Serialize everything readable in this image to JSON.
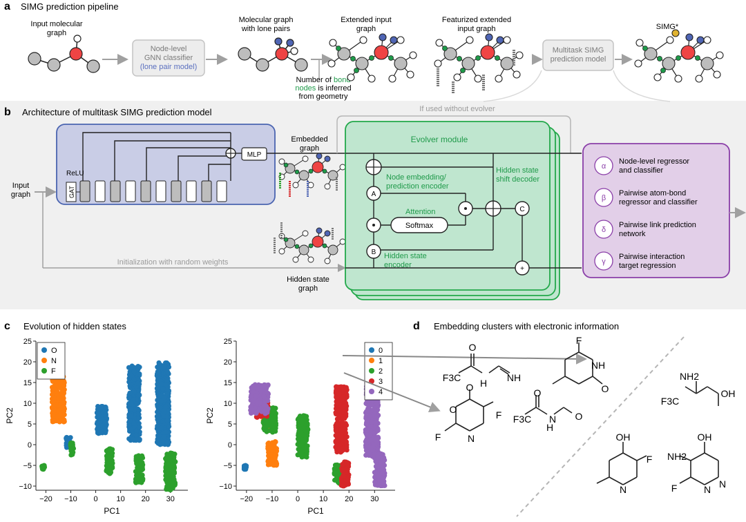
{
  "panel_a": {
    "letter": "a",
    "title": "SIMG prediction pipeline",
    "input_label": "Input molecular\ngraph",
    "classifier_box": "Node-level\nGNN classifier",
    "classifier_sub": "(lone pair model)",
    "lone_pair_label": "Molecular graph\nwith lone pairs",
    "extended_label": "Extended input\ngraph",
    "featurized_label": "Featurized extended\ninput graph",
    "multitask_box": "Multitask SIMG\nprediction model",
    "simg_label": "SIMG*",
    "bond_note_1": "Number of ",
    "bond_note_2": "bond",
    "bond_note_3": "nodes",
    "bond_note_4": " is inferred",
    "bond_note_5": "from geometry"
  },
  "panel_b": {
    "letter": "b",
    "title": "Architecture of multitask SIMG prediction model",
    "input_graph": "Input\ngraph",
    "relu": "ReLU",
    "gat": "GAT",
    "mlp": "MLP",
    "embedded_graph": "Embedded\ngraph",
    "hidden_state_graph": "Hidden state\ngraph",
    "init_note": "Initialization with random weights",
    "without_evolver": "If used without evolver",
    "evolver": "Evolver module",
    "node_encoder": "Node embedding/\nprediction encoder",
    "attention": "Attention",
    "softmax": "Softmax",
    "hidden_shift": "Hidden state\nshift decoder",
    "hidden_encoder": "Hidden state\nencoder",
    "nodeA": "A",
    "nodeB": "B",
    "nodeC": "C",
    "heads": [
      {
        "symbol": "α",
        "label": "Node-level regressor\nand classifier"
      },
      {
        "symbol": "β",
        "label": "Pairwise atom-bond\nregressor and classifier"
      },
      {
        "symbol": "δ",
        "label": "Pairwise link prediction\nnetwork"
      },
      {
        "symbol": "γ",
        "label": "Pairwise interaction\ntarget regression"
      }
    ]
  },
  "panel_c": {
    "letter": "c",
    "title": "Evolution of hidden states"
  },
  "panel_d": {
    "letter": "d",
    "title": "Embedding clusters with electronic information",
    "molecule_labels": [
      "F3C",
      "H",
      "NH",
      "F",
      "NH",
      "O",
      "O",
      "O",
      "F",
      "F",
      "N",
      "O",
      "F3C",
      "N",
      "H",
      "O",
      "NH2",
      "F3C",
      "OH",
      "OH",
      "F",
      "N",
      "OH",
      "NH2",
      "F",
      "N",
      "N"
    ]
  },
  "colors": {
    "blue": "#1f77b4",
    "orange": "#ff7f0e",
    "green": "#2ca02c",
    "red": "#d62728",
    "purple": "#9467bd",
    "box_blue_fill": "#c9cde6",
    "box_blue_stroke": "#4a64b0",
    "evolver_fill": "#bfe6cf",
    "evolver_stroke": "#22a84a",
    "heads_fill": "#e2cfe8",
    "heads_stroke": "#8a3ea8",
    "atom_red": "#ef4444",
    "atom_grey": "#bdbdbd",
    "atom_blue": "#4f65b4",
    "atom_green": "#1f9a4a",
    "atom_yellow": "#e0b330"
  },
  "chart_data": [
    {
      "type": "scatter",
      "title": "",
      "xlabel": "PC1",
      "ylabel": "PC2",
      "xlim": [
        -24,
        37
      ],
      "ylim": [
        -11,
        25
      ],
      "xticks": [
        -20,
        -10,
        0,
        10,
        20,
        30
      ],
      "yticks": [
        25,
        20,
        15,
        10,
        5,
        0,
        -5,
        -10
      ],
      "legend": "top-left",
      "series": [
        {
          "name": "O",
          "color": "#1f77b4",
          "clusters": [
            [
              -11,
              0.5,
              1.0,
              1.3
            ],
            [
              2.5,
              6,
              2.0,
              3.3
            ],
            [
              15.5,
              10,
              2.2,
              9
            ],
            [
              27,
              10,
              2.4,
              10
            ]
          ]
        },
        {
          "name": "N",
          "color": "#ff7f0e",
          "clusters": [
            [
              -15,
              11,
              2.5,
              5.5
            ]
          ]
        },
        {
          "name": "F",
          "color": "#2ca02c",
          "clusters": [
            [
              -21,
              -5.5,
              0.6,
              0.5
            ],
            [
              -9.5,
              -1,
              0.6,
              1.5
            ],
            [
              5.5,
              -4,
              1.3,
              3
            ],
            [
              17.5,
              -6,
              1.5,
              3.5
            ],
            [
              30,
              -7,
              2.0,
              5
            ]
          ]
        }
      ]
    },
    {
      "type": "scatter",
      "title": "",
      "xlabel": "PC1",
      "ylabel": "PC2",
      "xlim": [
        -24,
        38
      ],
      "ylim": [
        -11,
        25
      ],
      "xticks": [
        -20,
        -10,
        0,
        10,
        20,
        30
      ],
      "yticks": [
        25,
        20,
        15,
        10,
        5,
        0,
        -5,
        -10
      ],
      "legend": "top-right",
      "series": [
        {
          "name": "0",
          "color": "#1f77b4",
          "clusters": [
            [
              -20.5,
              -5.5,
              0.5,
              0.5
            ]
          ]
        },
        {
          "name": "1",
          "color": "#ff7f0e",
          "clusters": [
            [
              -10,
              -2,
              1.8,
              3
            ],
            [
              -12,
              5.5,
              1.5,
              1.5
            ]
          ]
        },
        {
          "name": "2",
          "color": "#2ca02c",
          "clusters": [
            [
              -11,
              6,
              2.5,
              3
            ],
            [
              2,
              2,
              2,
              5
            ],
            [
              15.5,
              -7,
              1.2,
              2.5
            ]
          ]
        },
        {
          "name": "3",
          "color": "#d62728",
          "clusters": [
            [
              -14,
              9,
              2.5,
              2.5
            ],
            [
              17,
              6,
              2.2,
              8
            ],
            [
              18.5,
              -7,
              1.5,
              3
            ]
          ]
        },
        {
          "name": "4",
          "color": "#9467bd",
          "clusters": [
            [
              -15,
              11,
              3.5,
              3.5
            ],
            [
              29,
              6,
              2.5,
              9
            ],
            [
              32,
              -6,
              2.0,
              4
            ]
          ]
        }
      ]
    }
  ]
}
